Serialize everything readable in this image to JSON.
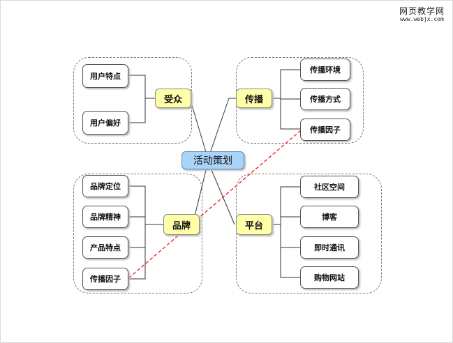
{
  "watermark": {
    "text_cn": "网页教学网",
    "text_url": "www.webjx.com"
  },
  "diagram": {
    "center": "活动策划",
    "branches": [
      {
        "id": "audience",
        "label": "受众",
        "children": [
          "用户特点",
          "用户偏好"
        ]
      },
      {
        "id": "spread",
        "label": "传播",
        "children": [
          "传播环境",
          "传播方式",
          "传播因子"
        ]
      },
      {
        "id": "brand",
        "label": "品牌",
        "children": [
          "品牌定位",
          "品牌精神",
          "产品特点",
          "传播因子"
        ]
      },
      {
        "id": "platform",
        "label": "平台",
        "children": [
          "社区空间",
          "博客",
          "即时通讯",
          "购物网站"
        ]
      }
    ],
    "link": {
      "from": "spread.children.2",
      "to": "brand.children.3",
      "style": "dashed-arrow",
      "color": "#ff0000"
    }
  }
}
